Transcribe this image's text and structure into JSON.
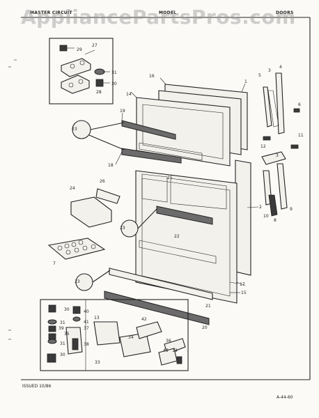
{
  "header": {
    "left_label": "MASTER CIRCUIT",
    "model_label": "MODEL",
    "right_label": "DOORS"
  },
  "watermark": "AppliancePartsPros.com",
  "footer": {
    "issued": "ISSUED 10/86",
    "page_code": "A-44-60"
  },
  "callouts": {
    "c1": "1",
    "c2": "2",
    "c3": "3",
    "c3b": "3",
    "c4": "4",
    "c5": "5",
    "c6": "6",
    "c7": "7",
    "c8": "8",
    "c9": "9",
    "c10": "10",
    "c11": "11",
    "c12": "12",
    "c13": "13",
    "c14": "14",
    "c15": "15",
    "c16": "16",
    "c17": "17",
    "c18": "18",
    "c19": "19",
    "c20": "20",
    "c21": "21",
    "c22": "22",
    "c23a": "23",
    "c23b": "23",
    "c23c": "23",
    "c24": "24",
    "c25": "25",
    "c26": "26",
    "c27": "27",
    "c28": "28",
    "c29": "29",
    "c30": "30",
    "c31": "31",
    "c30b": "30",
    "c31b": "31",
    "c35": "35",
    "c39": "39",
    "c40": "40",
    "c41": "41",
    "c36": "36",
    "c37": "37",
    "c38": "38",
    "c30c": "30",
    "c31c": "31",
    "c33": "33",
    "c34": "34",
    "c42": "42",
    "c43": "43",
    "c36b": "36",
    "c13b": "13"
  }
}
